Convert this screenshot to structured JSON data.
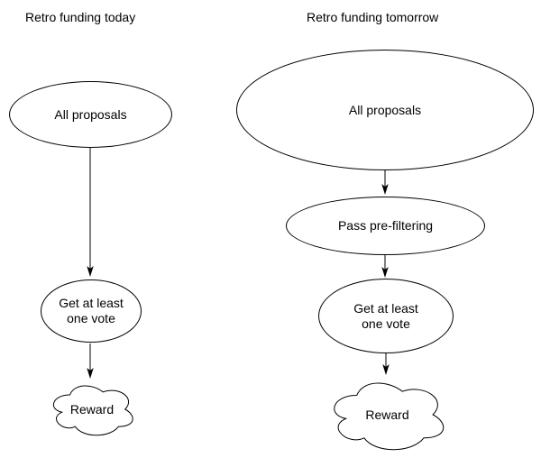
{
  "diagram": {
    "colors": {
      "stroke": "#000000",
      "fill": "#ffffff",
      "text": "#000000",
      "background": "#ffffff"
    },
    "left": {
      "title": "Retro funding today",
      "nodes": {
        "all_proposals": "All proposals",
        "get_vote": "Get at least one vote",
        "reward": "Reward"
      }
    },
    "right": {
      "title": "Retro funding tomorrow",
      "nodes": {
        "all_proposals": "All proposals",
        "pass_prefiltering": "Pass pre-filtering",
        "get_vote": "Get at least one vote",
        "reward": "Reward"
      }
    }
  }
}
